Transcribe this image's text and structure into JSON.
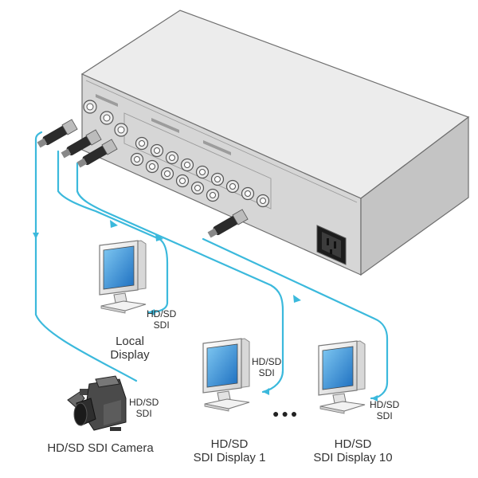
{
  "labels": {
    "local_display": [
      "Local",
      "Display"
    ],
    "camera": "HD/SD SDI Camera",
    "display1": [
      "HD/SD",
      "SDI Display 1"
    ],
    "display10": [
      "HD/SD",
      "SDI Display 10"
    ],
    "sig_local": [
      "HD/SD",
      "SDI"
    ],
    "sig_d1": [
      "HD/SD",
      "SDI"
    ],
    "sig_d10": [
      "HD/SD",
      "SDI"
    ],
    "sig_cam": [
      "HD/SD",
      "SDI"
    ],
    "ellipsis": "●●●"
  },
  "colors": {
    "cable": "#3bb9dc",
    "chassis_top": "#e6e6e6",
    "chassis_front": "#d4d4d4",
    "screen": "#2a8fd8"
  }
}
